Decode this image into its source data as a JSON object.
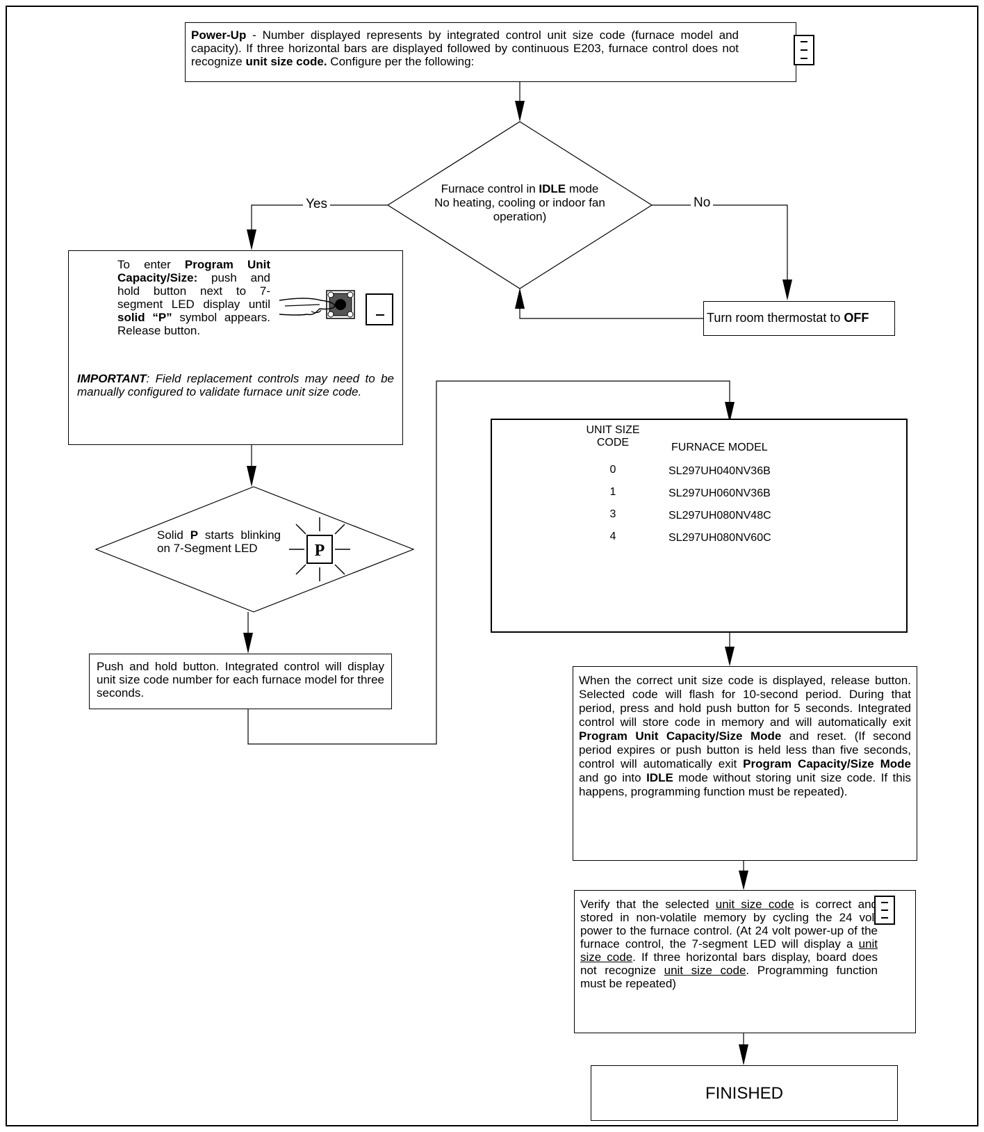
{
  "power_up": {
    "title": "Power-Up",
    "text1": " - Number displayed represents by integrated control unit size code  (furnace model and capacity). If  three horizontal bars are displayed followed by continuous E203, furnace control does not recognize ",
    "bold1": "unit size code.",
    "text2": " Configure per the following:"
  },
  "idle_decision": {
    "line1_pre": "Furnace control in ",
    "line1_bold": "IDLE",
    "line1_post": " mode",
    "line2": "No heating, cooling or indoor fan",
    "line3": "operation)"
  },
  "yes_label": "Yes",
  "no_label": "No",
  "thermostat": {
    "pre": "Turn room thermostat to ",
    "bold": "OFF"
  },
  "program_box": {
    "t1": "To enter ",
    "b1": "Program Unit Capacity/Size:",
    "t2": " push and hold button next to 7-segment LED display until ",
    "b2": "solid “P”",
    "t3": " symbol appears.    Release button.",
    "important_label": "IMPORTANT",
    "important_text": ": Field replacement controls may need to be manually configured to validate furnace unit size code."
  },
  "blink_decision": {
    "t1": "Solid  ",
    "b1": "P",
    "t2": "  starts blinking on 7-Segment LED",
    "led_letter": "P"
  },
  "push_box": "Push and hold button. Integrated control will display unit size code number for each furnace model for three seconds.",
  "table": {
    "header_code": "UNIT SIZE CODE",
    "header_model": "FURNACE MODEL",
    "rows": [
      {
        "code": "0",
        "model": "SL297UH040NV36B"
      },
      {
        "code": "1",
        "model": "SL297UH060NV36B"
      },
      {
        "code": "3",
        "model": "SL297UH080NV48C"
      },
      {
        "code": "4",
        "model": "SL297UH080NV60C"
      }
    ]
  },
  "release_box": {
    "t1": "When the correct unit size code is displayed, release button. Selected code will flash for 10-second period. During that period, press and hold push button for 5 seconds. Integrated control will store code in memory and will automatically exit ",
    "b1": "Program Unit Capacity/Size Mode",
    "t2": " and reset. (If second period expires or push button is held less than five seconds, control will automatically exit ",
    "b2": "Program Capacity/Size Mode",
    "t3": " and go into ",
    "b3": "IDLE",
    "t4": " mode without storing unit size code. If this happens, programming function must be repeated)."
  },
  "verify_box": {
    "t1": "Verify that the selected ",
    "u1": "unit size code",
    "t2": " is correct and stored in non-volatile memory by cycling the 24 volt power to the furnace control. (At 24 volt power-up of the furnace control, the 7-segment LED will display a ",
    "u2": "unit size code",
    "t3": ". If three horizontal bars display, board does not recognize ",
    "u3": "unit size code",
    "t4": ". Programming function must be repeated)"
  },
  "finished": "FINISHED"
}
